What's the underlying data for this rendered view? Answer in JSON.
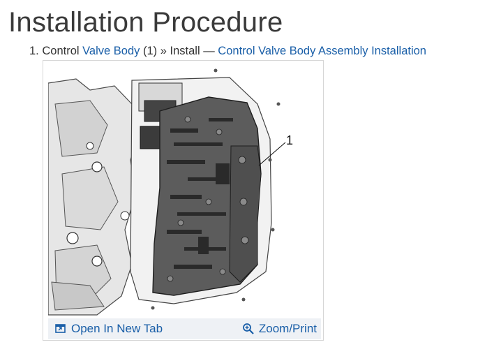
{
  "page": {
    "title": "Installation Procedure"
  },
  "step": {
    "number": "1.",
    "text_a": "Control",
    "link_a": "Valve Body",
    "text_b": "(1) » Install —",
    "link_b": "Control Valve Body Assembly Installation"
  },
  "figure": {
    "callout": "1",
    "open_tab_label": "Open In New Tab",
    "zoom_label": "Zoom/Print",
    "icons": [
      "open-in-new-tab-icon",
      "zoom-icon"
    ],
    "link_color": "#1a5fa8"
  }
}
